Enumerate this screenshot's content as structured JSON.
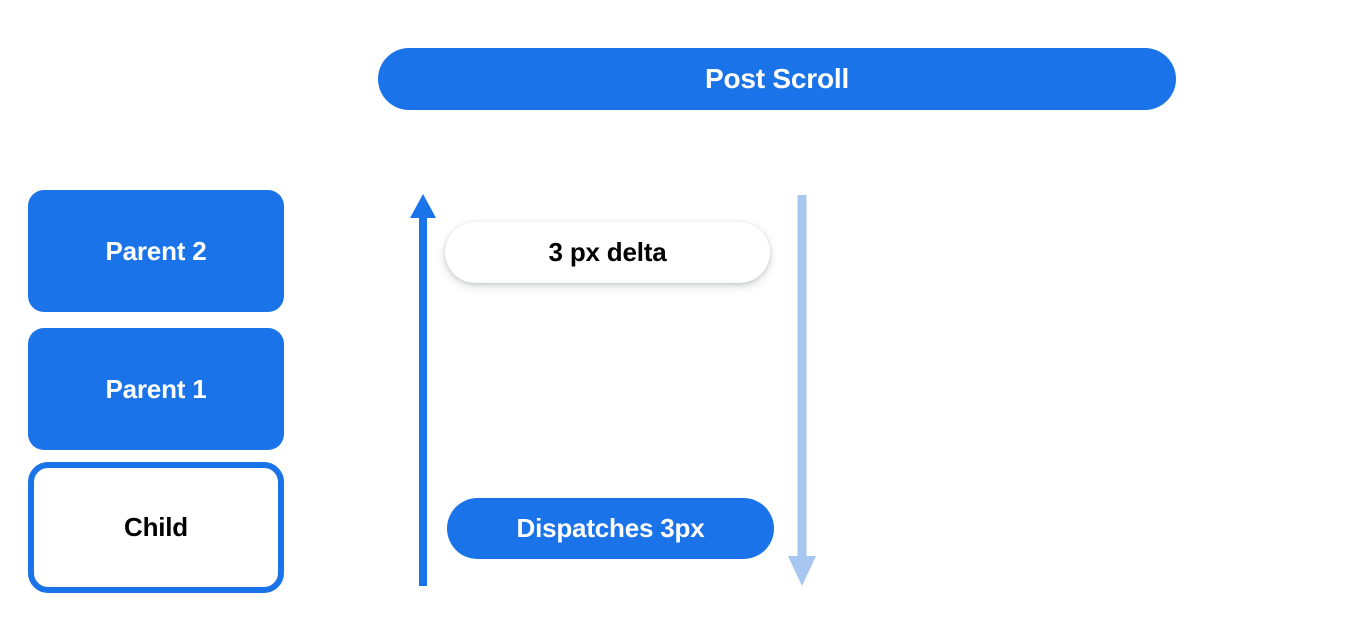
{
  "diagram": {
    "title": "Post Scroll",
    "background_color": "#ffffff",
    "accent_color": "#1a73e8",
    "muted_accent_color": "#a8c7f0"
  },
  "banner": {
    "label": "Post Scroll"
  },
  "nodes": [
    {
      "label": "Parent 2",
      "style": "filled"
    },
    {
      "label": "Parent 1",
      "style": "filled"
    },
    {
      "label": "Child",
      "style": "outlined"
    }
  ],
  "arrows": [
    {
      "name": "scroll-bubbling-up-arrow",
      "direction": "up",
      "color": "#1a73e8"
    },
    {
      "name": "scroll-propagation-down-arrow",
      "direction": "down",
      "color": "#a8c7f0"
    }
  ],
  "callouts": [
    {
      "label": "3 px delta",
      "style": "white-pill"
    },
    {
      "label": "Dispatches 3px",
      "style": "blue-pill"
    }
  ]
}
